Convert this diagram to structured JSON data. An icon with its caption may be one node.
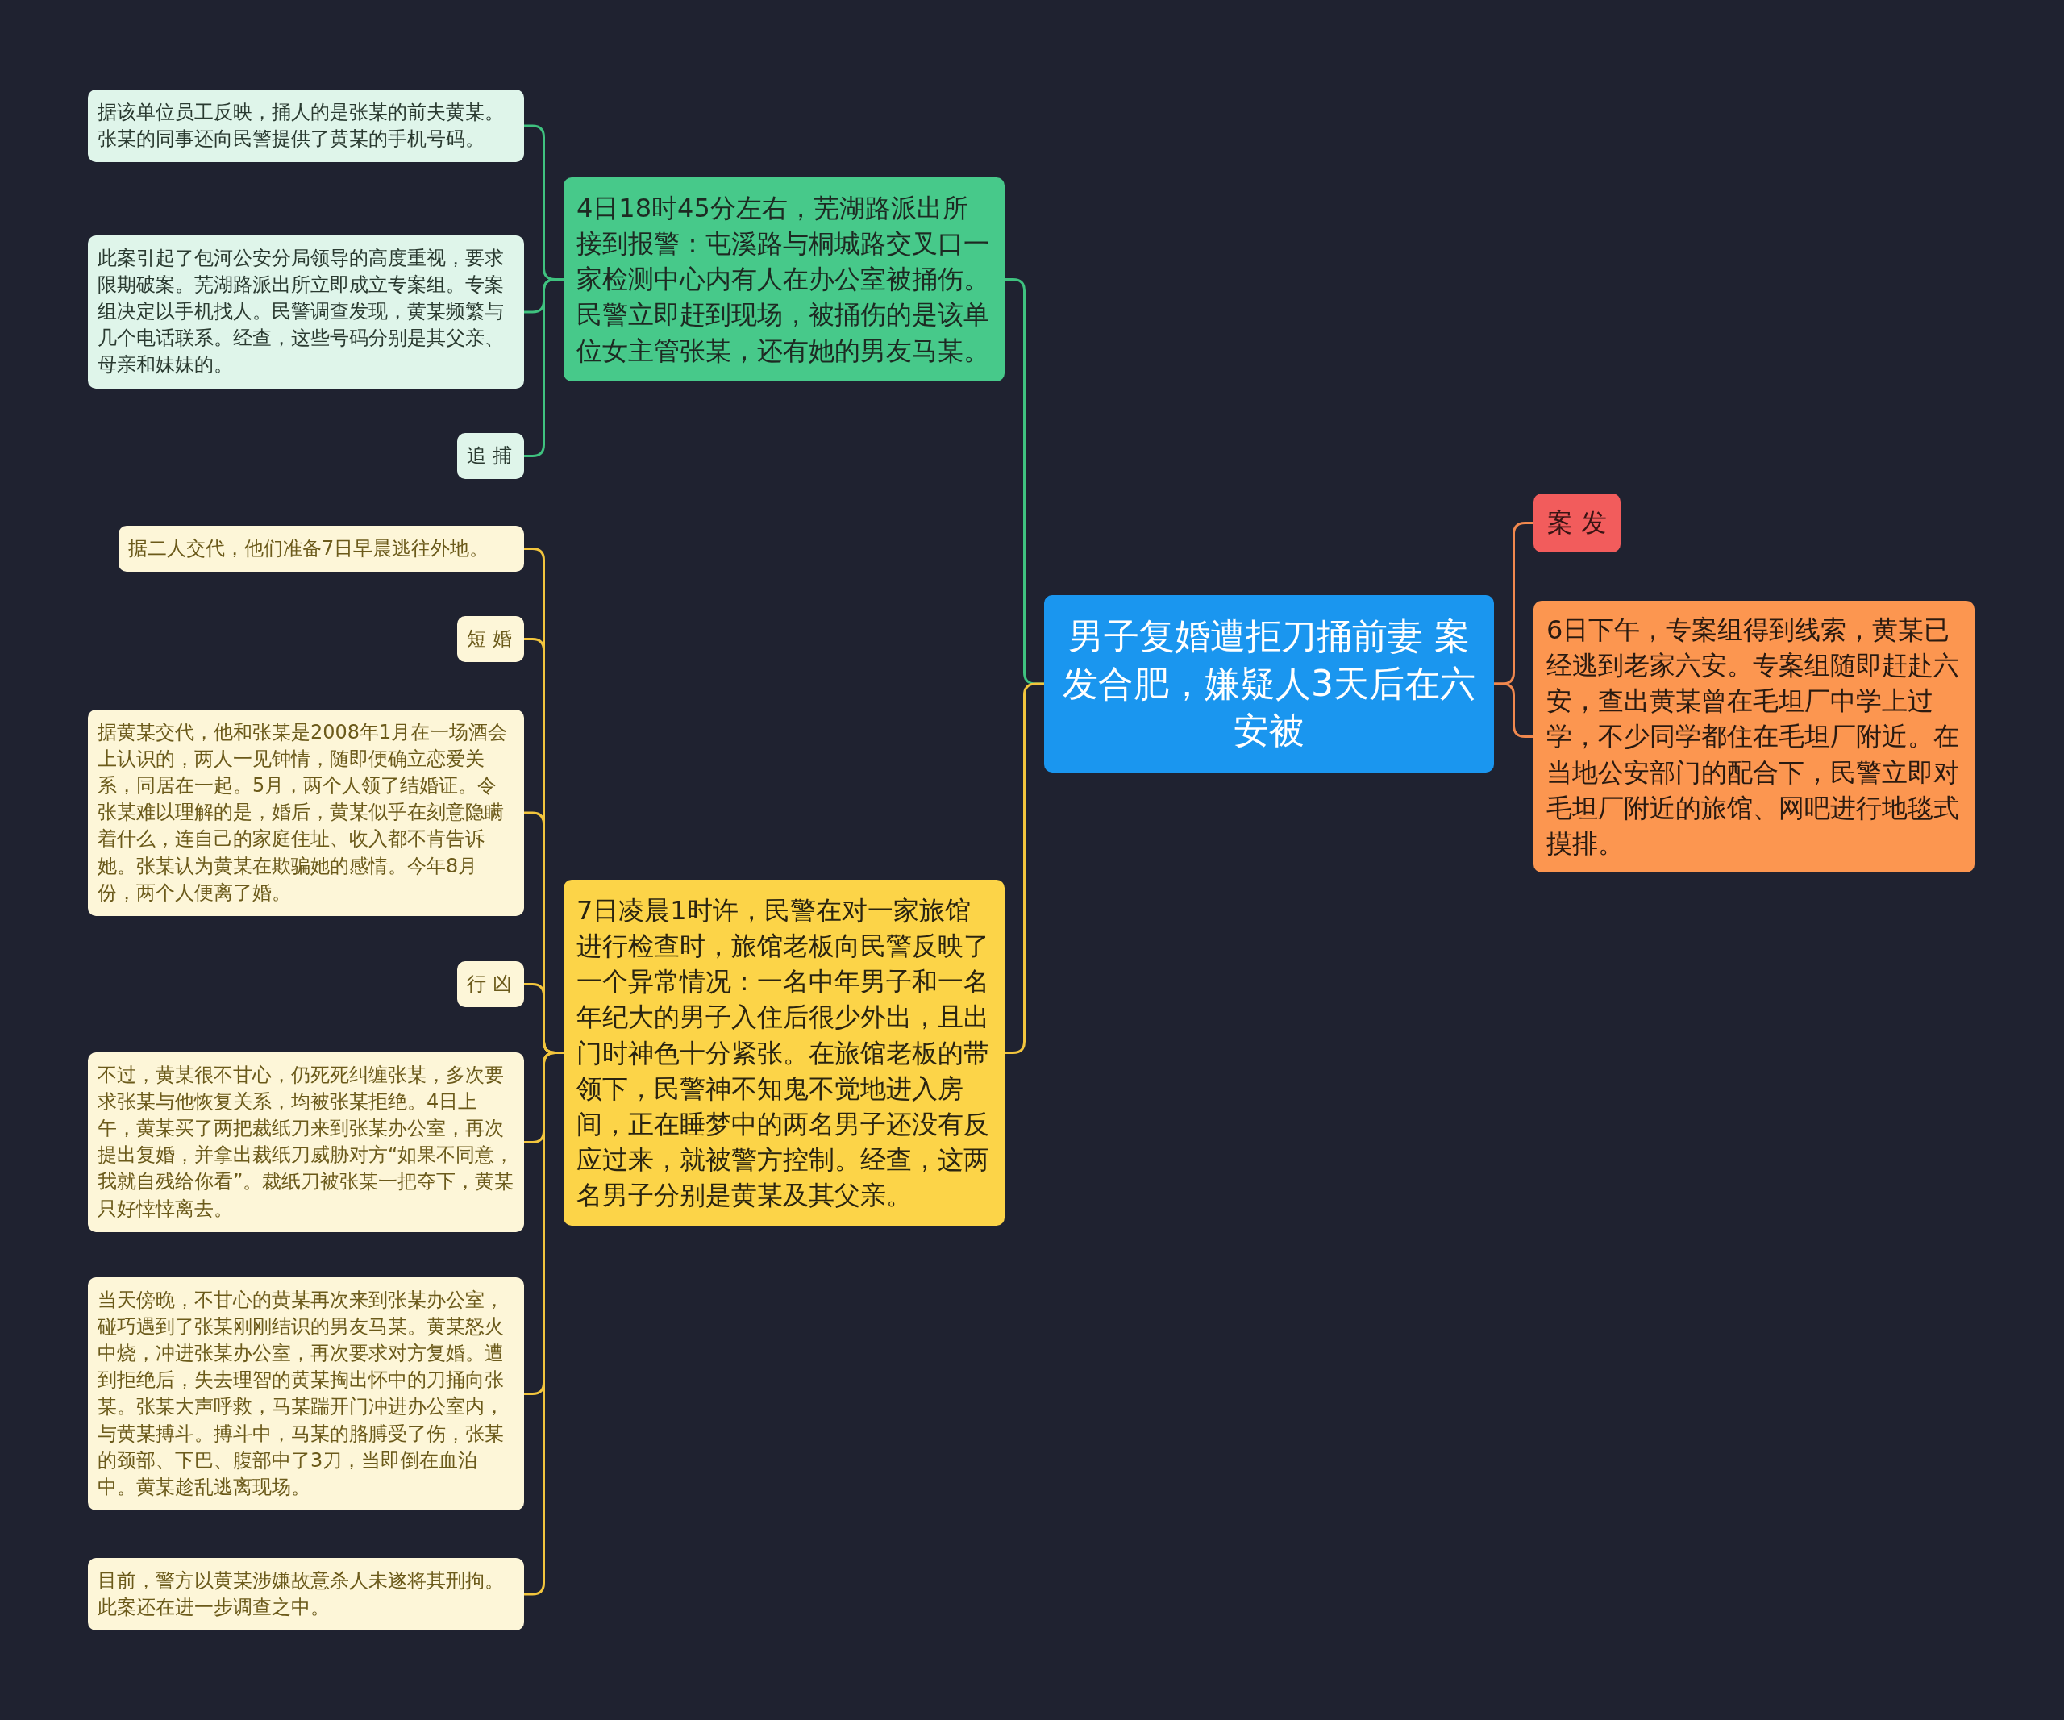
{
  "diagram": {
    "nodes": [
      {
        "text": [
          "男子复婚遭拒刀捅前妻 案发合肥，嫌疑人3天后在六安被"
        ]
      },
      {
        "text": [
          "案 发"
        ]
      },
      {
        "text": [
          "6日下午，专案组得到线索，黄某已经逃到老家六安。专案组随即赶赴六安，查出黄某曾在毛坦厂中学上过学，不少同学都住在毛坦厂附近。在当地公安部门的配合下，民警立即对毛坦厂附近的旅馆、网吧进行地毯式摸排。"
        ]
      },
      {
        "text": [
          "4日18时45分左右，芜湖路派出所接到报警：屯溪路与桐城路交叉口一家检测中心内有人在办公室被捅伤。民警立即赶到现场，被捅伤的是该单位女主管张某，还有她的男友马某。"
        ]
      },
      {
        "text": [
          "据该单位员工反映，捅人的是张某的前夫黄某。张某的同事还向民警提供了黄某的手机号码。"
        ]
      },
      {
        "text": [
          "此案引起了包河公安分局领导的高度重视，要求限期破案。芜湖路派出所立即成立专案组。专案组决定以手机找人。民警调查发现，黄某频繁与几个电话联系。经查，这些号码分别是其父亲、母亲和妹妹的。"
        ]
      },
      {
        "text": [
          "追 捕"
        ]
      },
      {
        "text": [
          "7日凌晨1时许，民警在对一家旅馆进行检查时，旅馆老板向民警反映了一个异常情况：一名中年男子和一名年纪大的男子入住后很少外出，且出门时神色十分紧张。在旅馆老板的带领下，民警神不知鬼不觉地进入房间，正在睡梦中的两名男子还没有反应过来，就被警方控制。经查，这两名男子分别是黄某及其父亲。"
        ]
      },
      {
        "text": [
          "据二人交代，他们准备7日早晨逃往外地。"
        ]
      },
      {
        "text": [
          "短 婚"
        ]
      },
      {
        "text": [
          "据黄某交代，他和张某是2008年1月在一场酒会上认识的，两人一见钟情，随即便确立恋爱关系，同居在一起。5月，两个人领了结婚证。令张某难以理解的是，婚后，黄某似乎在刻意隐瞒着什么，连自己的家庭住址、收入都不肯告诉她。张某认为黄某在欺骗她的感情。今年8月份，两个人便离了婚。"
        ]
      },
      {
        "text": [
          "行 凶"
        ]
      },
      {
        "text": [
          "不过，黄某很不甘心，仍死死纠缠张某，多次要求张某与他恢复关系，均被张某拒绝。4日上午，黄某买了两把裁纸刀来到张某办公室，再次提出复婚，并拿出裁纸刀威胁对方“如果不同意，我就自残给你看”。裁纸刀被张某一把夺下，黄某只好悻悻离去。"
        ]
      },
      {
        "text": [
          "当天傍晚，不甘心的黄某再次来到张某办公室，碰巧遇到了张某刚刚结识的男友马某。黄某怒火中烧，冲进张某办公室，再次要求对方复婚。遭到拒绝后，失去理智的黄某掏出怀中的刀捅向张某。张某大声呼救，马某踹开门冲进办公室内，与黄某搏斗。搏斗中，马某的胳膊受了伤，张某的颈部、下巴、腹部中了3刀，当即倒在血泊中。黄某趁乱逃离现场。"
        ]
      },
      {
        "text": [
          "目前，警方以黄某涉嫌故意杀人未遂将其刑拘。此案还在进一步调查之中。"
        ]
      }
    ],
    "edges": [
      {
        "from": 0,
        "to": 1,
        "arrow": "none",
        "color": "#f0884e"
      },
      {
        "from": 0,
        "to": 2,
        "arrow": "none",
        "color": "#f0884e"
      },
      {
        "from": 0,
        "to": 3,
        "arrow": "none",
        "color": "#3fc27f"
      },
      {
        "from": 3,
        "to": 4,
        "arrow": "none",
        "color": "#3fc27f"
      },
      {
        "from": 3,
        "to": 5,
        "arrow": "none",
        "color": "#3fc27f"
      },
      {
        "from": 3,
        "to": 6,
        "arrow": "none",
        "color": "#3fc27f"
      },
      {
        "from": 0,
        "to": 7,
        "arrow": "none"
      },
      {
        "from": 7,
        "to": 8,
        "arrow": "none"
      },
      {
        "from": 7,
        "to": 9,
        "arrow": "none"
      },
      {
        "from": 7,
        "to": 10,
        "arrow": "none"
      },
      {
        "from": 7,
        "to": 11,
        "arrow": "none"
      },
      {
        "from": 7,
        "to": 12,
        "arrow": "none"
      },
      {
        "from": 7,
        "to": 13,
        "arrow": "none"
      },
      {
        "from": 7,
        "to": 14,
        "arrow": "none"
      }
    ]
  }
}
